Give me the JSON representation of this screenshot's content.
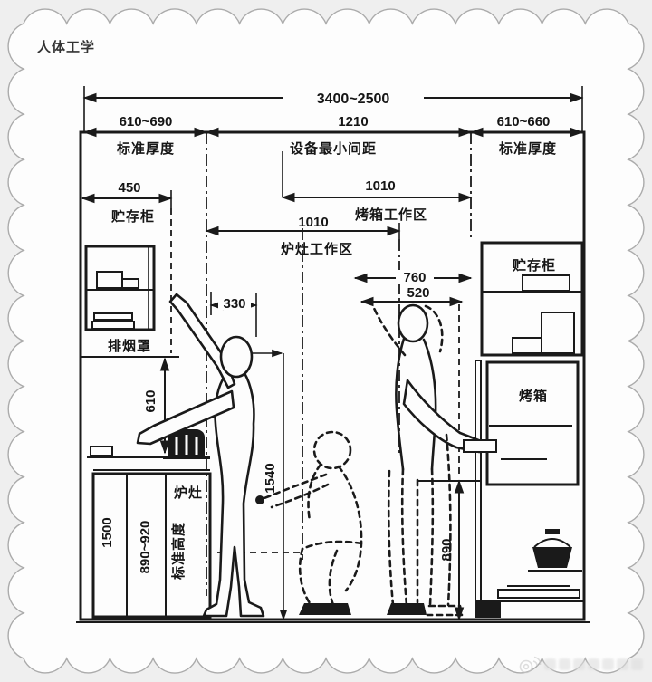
{
  "page": {
    "title": "人体工学"
  },
  "diagram": {
    "dims": {
      "overall_width": "3400~2500",
      "left_thickness": "610~690",
      "center_min_gap": "1210",
      "right_thickness": "610~660",
      "storage_depth": "450",
      "oven_zone_width": "1010",
      "stove_zone_width": "1010",
      "reach_760": "760",
      "reach_520": "520",
      "reach_330": "330",
      "hood_clearance": "610",
      "eye_height": "1540",
      "cabinet_height": "1500",
      "counter_height_range": "890~920",
      "oven_counter_height": "890"
    },
    "labels": {
      "left_thickness_label": "标准厚度",
      "center_gap_label": "设备最小间距",
      "right_thickness_label": "标准厚度",
      "storage_left": "贮存柜",
      "oven_zone": "烤箱工作区",
      "stove_zone": "炉灶工作区",
      "hood": "排烟罩",
      "stove": "炉灶",
      "standard_height": "标准高度",
      "storage_right": "贮存柜",
      "oven": "烤箱"
    }
  },
  "watermark": {
    "icon": "weibo-logo"
  }
}
